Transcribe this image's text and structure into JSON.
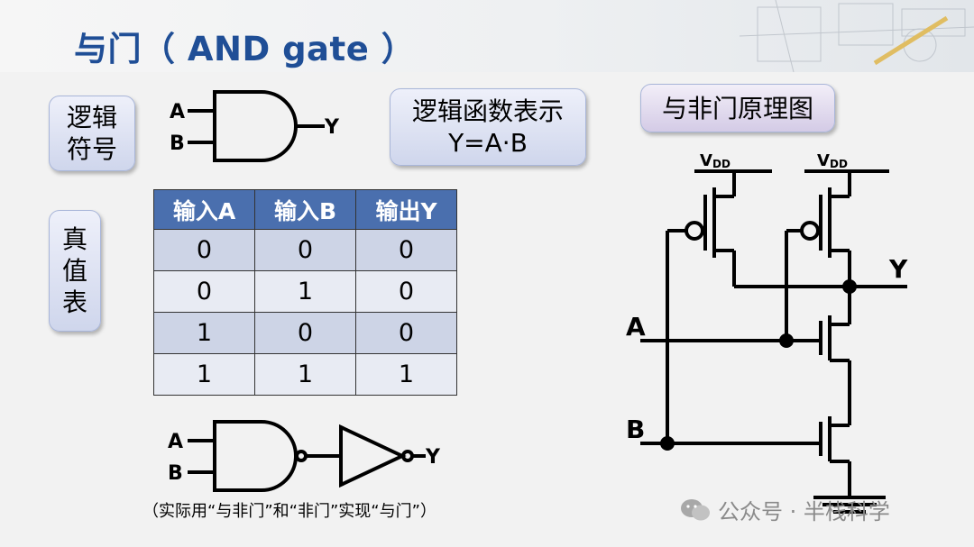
{
  "title": "与门（ AND gate ）",
  "symbol_label": [
    "逻辑",
    "符号"
  ],
  "truth_label": [
    "真",
    "值",
    "表"
  ],
  "function_box": {
    "line1": "逻辑函数表示",
    "line2": "Y=A·B"
  },
  "nand_box": "与非门原理图",
  "gate_symbol": {
    "input_a": "A",
    "input_b": "B",
    "output": "Y"
  },
  "truth_table": {
    "headers": [
      "输入A",
      "输入B",
      "输出Y"
    ],
    "rows": [
      [
        "0",
        "0",
        "0"
      ],
      [
        "0",
        "1",
        "0"
      ],
      [
        "1",
        "0",
        "0"
      ],
      [
        "1",
        "1",
        "1"
      ]
    ]
  },
  "nand_not_symbol": {
    "input_a": "A",
    "input_b": "B",
    "output": "Y"
  },
  "caption": "（实际用“与非门”和“非门”实现“与门”）",
  "schematic": {
    "vdd_1": "V",
    "vdd_1_sub": "DD",
    "vdd_2": "V",
    "vdd_2_sub": "DD",
    "input_a": "A",
    "input_b": "B",
    "output": "Y"
  },
  "watermark": "公众号 · 半栈科学",
  "colors": {
    "title": "#1f4e96",
    "table_header": "#4a6fae"
  }
}
